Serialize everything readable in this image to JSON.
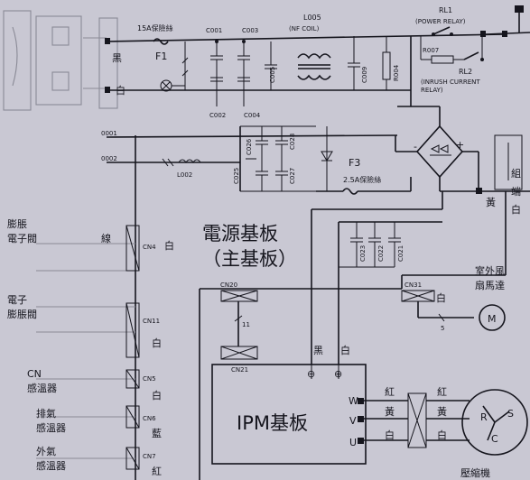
{
  "board": {
    "title": "電源基板",
    "subtitle": "（主基板）"
  },
  "fuses": {
    "f1_rating": "15A保險絲",
    "f1_name": "F1",
    "f3_name": "F3",
    "f3_rating": "2.5A保險絲"
  },
  "components": {
    "c001": "C001",
    "c003": "C003",
    "c002": "C002",
    "c004": "C004",
    "c005": "C005",
    "c009": "C009",
    "r004": "R004",
    "c028": "C028",
    "c027": "C027",
    "c023": "C023",
    "c022": "C022",
    "c021": "C021",
    "r007": "R007",
    "l005": "L005",
    "l005_desc": "(NF COIL)",
    "l002": "L002",
    "rl1": "RL1",
    "rl1_desc": "(POWER RELAY)",
    "rl2": "RL2",
    "rl2_desc_1": "(INRUSH CURRENT",
    "rl2_desc_2": "RELAY)",
    "rect_minus": "-",
    "rect_plus": "+"
  },
  "connectors": {
    "cn4": "CN4",
    "cn4_color": "白",
    "cn11": "CN11",
    "cn11_color": "白",
    "cn5": "CN5",
    "cn5_color": "白",
    "cn6": "CN6",
    "cn6_color": "藍",
    "cn7": "CN7",
    "cn7_color": "紅",
    "cn20": "CN20",
    "cn21": "CN21",
    "cn31": "CN31",
    "cn31_color": "白",
    "cn20_pins": "11",
    "cn31_pin": "5"
  },
  "wires": {
    "left_black": "黑",
    "left_white": "白",
    "right_yellow": "黃",
    "dc_black": "黑",
    "dc_white": "白",
    "dc_minus": "⊖",
    "dc_plus": "⊕",
    "label_0001": "0001",
    "label_0002": "0002"
  },
  "ipm": {
    "title": "IPM基板",
    "w": "W",
    "v": "V",
    "u": "U",
    "w_color": "紅",
    "v_color": "黃",
    "u_color": "白",
    "out_red": "紅",
    "out_yellow": "黃",
    "out_white": "白"
  },
  "compressor": {
    "label": "壓縮機",
    "r": "R",
    "s": "S",
    "c": "C"
  },
  "fan_motor": {
    "label_1": "室外風",
    "label_2": "扇馬達",
    "symbol": "M"
  },
  "left_devices": {
    "d1_a": "膨脹",
    "d1_b": "電子閥",
    "d1_side": "線",
    "d2_a": "電子",
    "d2_b": "膨脹閥",
    "d3_a": "CN",
    "d3_b": "感溫器",
    "d4_a": "排氣",
    "d4_b": "感溫器",
    "d5_a": "外氣",
    "d5_b": "感溫器"
  },
  "right_edge": {
    "a": "組",
    "b": "端",
    "c": "白"
  }
}
